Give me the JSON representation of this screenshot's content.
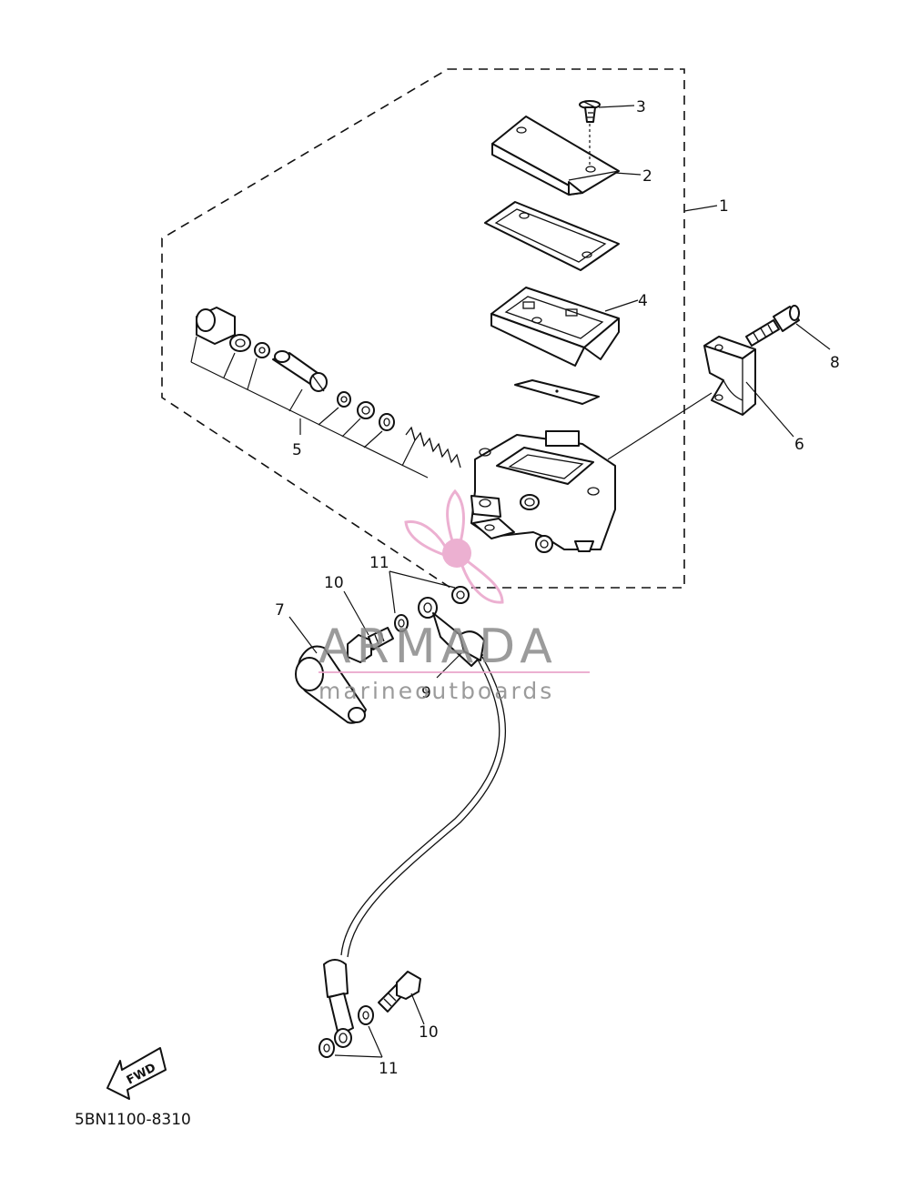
{
  "diagram": {
    "callouts": {
      "c1": "1",
      "c2": "2",
      "c3": "3",
      "c4": "4",
      "c5": "5",
      "c6": "6",
      "c7": "7",
      "c8": "8",
      "c9": "9",
      "c10a": "10",
      "c10b": "10",
      "c11a": "11",
      "c11b": "11"
    },
    "fwd_label": "FWD",
    "drawing_code": "5BN1100-8310"
  },
  "watermark": {
    "title": "ARMADA",
    "subtitle": "marineoutboards",
    "colors": {
      "pink": "#e9a3c9",
      "gray": "#8a8a8a"
    }
  }
}
